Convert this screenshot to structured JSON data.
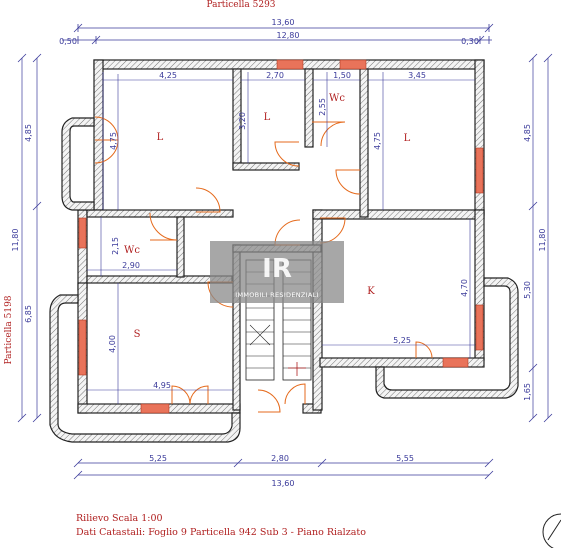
{
  "parcels": {
    "top": "Particella 5293",
    "left": "Particella 5198"
  },
  "dimensions": {
    "top_total": "13,60",
    "top_left_margin": "0,50",
    "top_mid": "12,80",
    "top_right_margin": "0,30",
    "bottom_left": "5,25",
    "bottom_mid": "2,80",
    "bottom_right": "5,55",
    "bottom_total": "13,60",
    "left_upper": "4,85",
    "left_total": "11,80",
    "left_lower": "6,85",
    "right_upper": "4,85",
    "right_total": "11,80",
    "right_lower": "5,30",
    "right_bottom": "1,65"
  },
  "inner_dimensions": {
    "room1_width": "4,25",
    "room1_height": "4,75",
    "room2_width": "2,70",
    "room2_height": "3,20",
    "wc_top_width": "1,50",
    "wc_top_height": "2,55",
    "room3_width": "3,45",
    "room3_height": "4,75",
    "wc_left_height": "2,15",
    "wc_left_width": "2,90",
    "s_height": "4,00",
    "s_width": "4,95",
    "k_height": "4,70",
    "k_width": "5,25"
  },
  "rooms": {
    "bed1": "L",
    "bed2": "L",
    "bed3": "L",
    "wc_top": "Wc",
    "wc_left": "Wc",
    "living": "S",
    "kitchen": "K"
  },
  "watermark": {
    "logo_letters": "IR",
    "text": "IMMOBILI RESIDENZIALI"
  },
  "footer": {
    "scale": "Rilievo Scala 1:00",
    "cadastral": "Dati Catastali: Foglio 9 Particella 942 Sub 3 - Piano Rialzato"
  },
  "colors": {
    "wall_outline": "#222222",
    "dimension_text": "#3a3a9a",
    "label_text": "#b02020",
    "window": "#e9735a",
    "door": "#e56a1c"
  }
}
